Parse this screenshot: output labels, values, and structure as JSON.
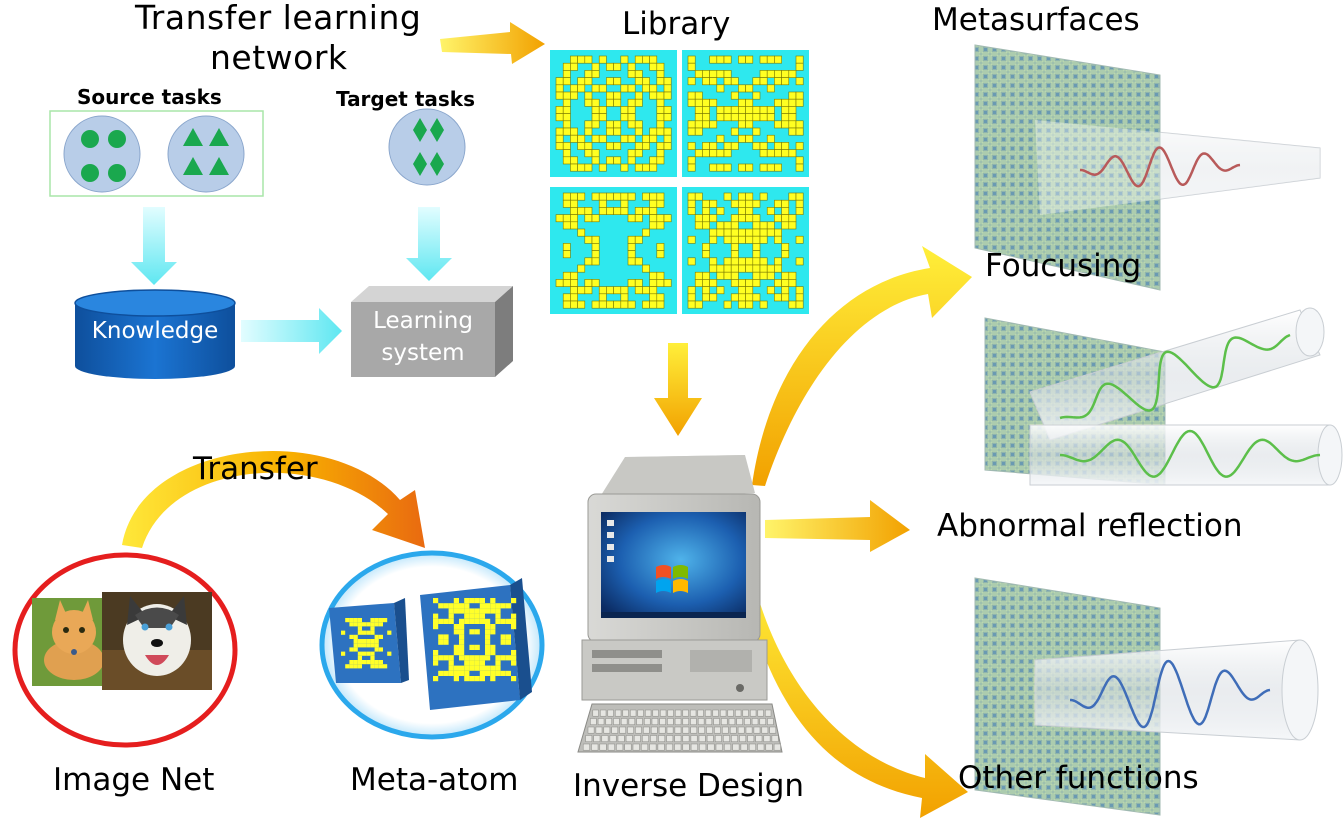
{
  "title": {
    "line1": "Transfer learning",
    "line2": "network"
  },
  "source_tasks": {
    "label": "Source tasks"
  },
  "target_tasks": {
    "label": "Target tasks"
  },
  "knowledge": {
    "label": "Knowledge"
  },
  "learning_system": {
    "line1": "Learning",
    "line2": "system"
  },
  "transfer": {
    "label": "Transfer"
  },
  "image_net": {
    "label": "Image Net"
  },
  "meta_atom": {
    "label": "Meta-atom"
  },
  "library": {
    "label": "Library"
  },
  "inverse_design": {
    "label": "Inverse Design"
  },
  "metasurfaces": {
    "title": "Metasurfaces",
    "panels": [
      {
        "label": "Foucusing",
        "wave_color": "#b85a5a"
      },
      {
        "label": "Abnormal reflection",
        "wave_color": "#5cbf4a"
      },
      {
        "label": "Other functions",
        "wave_color": "#3f6db8"
      }
    ]
  },
  "colors": {
    "task_circle": "#b8cde8",
    "shape_green": "#1aa84e",
    "knowledge_blue": "#1766c2",
    "learning_gray": "#a8a8a8",
    "cyan_arrow": "#7ff0f6",
    "library_bg": "#2ee8ee",
    "library_cell": "#ffff22",
    "gold_arrow": "#f5b800",
    "red_ring": "#e51e1e",
    "blue_ring": "#2ba8ec",
    "meta_surface": "#7fa6a0"
  },
  "icons": [
    "cat-photo",
    "husky-photo",
    "desktop-computer-icon",
    "keyboard-icon",
    "windows-logo-icon"
  ]
}
